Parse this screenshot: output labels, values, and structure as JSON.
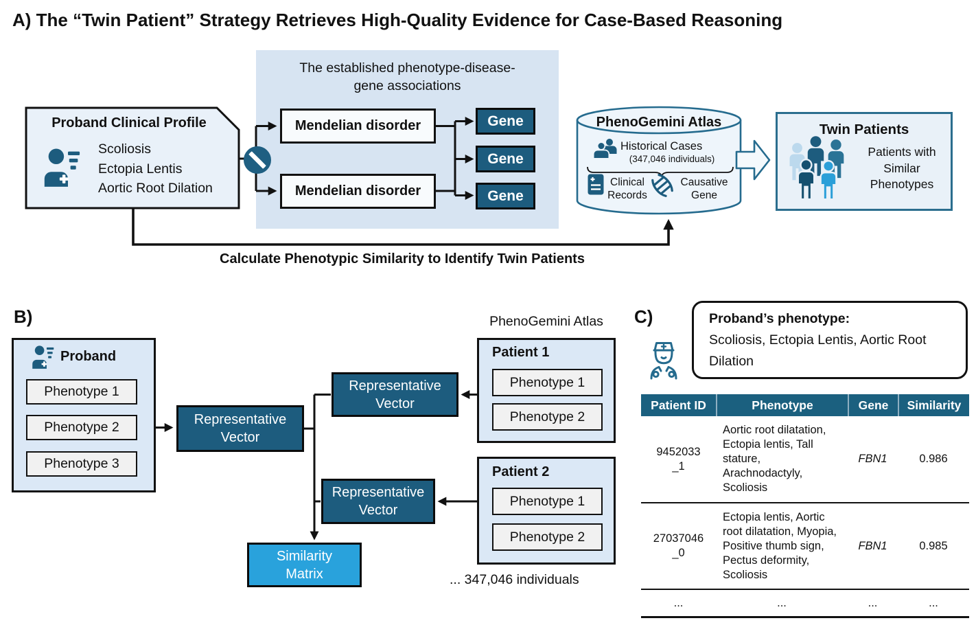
{
  "a": {
    "title": "A) The “Twin Patient” Strategy Retrieves High-Quality Evidence for Case-Based Reasoning",
    "proband": {
      "title": "Proband Clinical Profile",
      "items": [
        "Scoliosis",
        "Ectopia Lentis",
        "Aortic Root Dilation"
      ]
    },
    "assoc": {
      "title": "The established phenotype-disease-\ngene associations",
      "disorder1": "Mendelian disorder",
      "disorder2": "Mendelian disorder",
      "genes": [
        "Gene",
        "Gene",
        "Gene"
      ]
    },
    "atlas": {
      "title": "PhenoGemini Atlas",
      "cases": "Historical Cases",
      "individuals": "(347,046 individuals)",
      "records": "Clinical\nRecords",
      "causative": "Causative\nGene"
    },
    "twin": {
      "title": "Twin Patients",
      "desc": "Patients with\nSimilar\nPhenotypes"
    },
    "flow_label": "Calculate Phenotypic Similarity to Identify Twin Patients"
  },
  "b": {
    "label": "B)",
    "proband": {
      "title": "Proband",
      "phenotypes": [
        "Phenotype 1",
        "Phenotype 2",
        "Phenotype 3"
      ]
    },
    "rep_vector": "Representative\nVector",
    "atlas_label": "PhenoGemini Atlas",
    "patient1": {
      "title": "Patient 1",
      "phenotypes": [
        "Phenotype 1",
        "Phenotype 2"
      ]
    },
    "patient2": {
      "title": "Patient 2",
      "phenotypes": [
        "Phenotype 1",
        "Phenotype 2"
      ]
    },
    "similarity_matrix": "Similarity\nMatrix",
    "individuals": "... 347,046 individuals"
  },
  "c": {
    "label": "C)",
    "proband_box": {
      "title": "Proband’s phenotype:",
      "text": "Scoliosis, Ectopia Lentis, Aortic Root Dilation"
    },
    "table": {
      "headers": [
        "Patient ID",
        "Phenotype",
        "Gene",
        "Similarity"
      ],
      "rows": [
        {
          "id": "9452033\n_1",
          "phenotype": "Aortic root dilatation, Ectopia lentis, Tall stature, Arachnodactyly, Scoliosis",
          "gene": "FBN1",
          "similarity": "0.986"
        },
        {
          "id": "27037046\n_0",
          "phenotype": "Ectopia lentis, Aortic root dilatation, Myopia, Positive thumb sign, Pectus deformity, Scoliosis",
          "gene": "FBN1",
          "similarity": "0.985"
        },
        {
          "id": "...",
          "phenotype": "...",
          "gene": "...",
          "similarity": "..."
        }
      ]
    }
  },
  "colors": {
    "dark_teal": "#1d5c7e",
    "bright_blue": "#29a2dc",
    "panel_blue": "#d7e4f2",
    "light_box": "#e9f1f9",
    "outline_teal": "#256b8e",
    "table_header": "#1b607f"
  }
}
